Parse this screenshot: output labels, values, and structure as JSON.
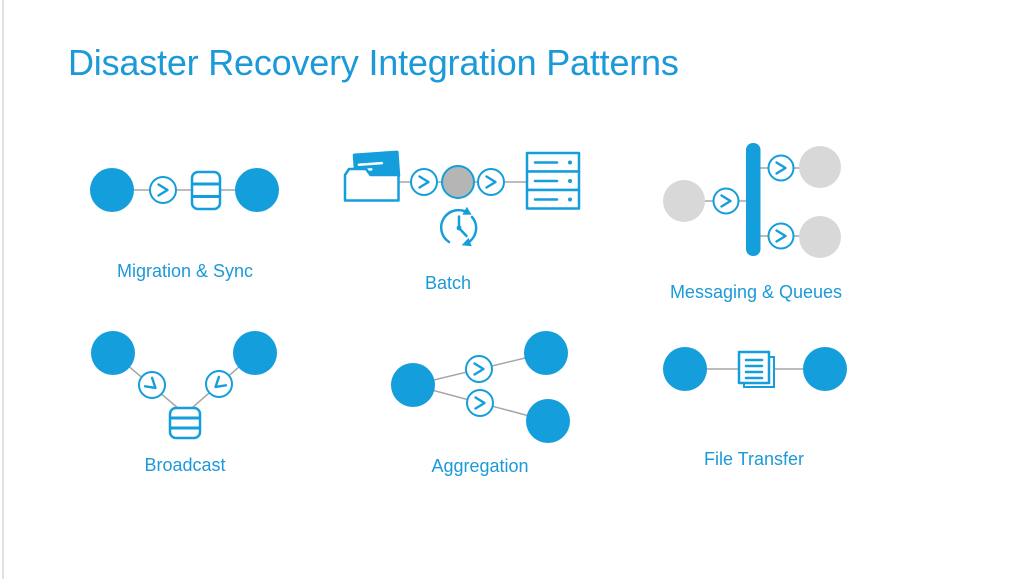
{
  "page": {
    "title": "Disaster Recovery Integration Patterns"
  },
  "colors": {
    "accent_blue": "#149EDB",
    "text_blue": "#1B99D8",
    "light_gray": "#D8D8D8",
    "mid_gray": "#B5B5B5",
    "line_gray": "#A6A6A6",
    "background": "#FFFFFF"
  },
  "patterns": [
    {
      "label": "Migration & Sync",
      "icons": [
        "endpoint-circle",
        "arrow-circle",
        "database"
      ]
    },
    {
      "label": "Batch",
      "icons": [
        "folder-documents",
        "arrow-circle",
        "staging-circle",
        "arrow-circle",
        "server-rack",
        "scheduled-clock"
      ]
    },
    {
      "label": "Messaging & Queues",
      "icons": [
        "source-circle",
        "arrow-circle",
        "queue-bar",
        "arrow-circle",
        "subscriber-circle",
        "arrow-circle",
        "subscriber-circle"
      ]
    },
    {
      "label": "Broadcast",
      "icons": [
        "endpoint-circle",
        "arrow-circle",
        "database",
        "arrow-circle",
        "endpoint-circle"
      ]
    },
    {
      "label": "Aggregation",
      "icons": [
        "source-circle",
        "arrow-circle",
        "target-circle",
        "arrow-circle",
        "target-circle"
      ]
    },
    {
      "label": "File Transfer",
      "icons": [
        "endpoint-circle",
        "document-file",
        "endpoint-circle"
      ]
    }
  ]
}
